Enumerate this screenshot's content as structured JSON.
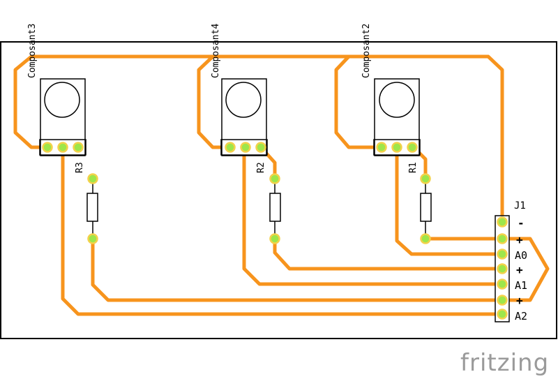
{
  "components": {
    "left": {
      "name": "Composant3",
      "resistor": "R3"
    },
    "middle": {
      "name": "Composant4",
      "resistor": "R2"
    },
    "right": {
      "name": "Composant2",
      "resistor": "R1"
    }
  },
  "connector": {
    "name": "J1",
    "pins": [
      "-",
      "+",
      "A0",
      "+",
      "A1",
      "+",
      "A2"
    ]
  },
  "colors": {
    "trace": "#f7941d",
    "pad": "#9ee64a",
    "pad_ring": "#f3d24a",
    "board": "#000000"
  },
  "logo": {
    "text": "fritzing"
  }
}
